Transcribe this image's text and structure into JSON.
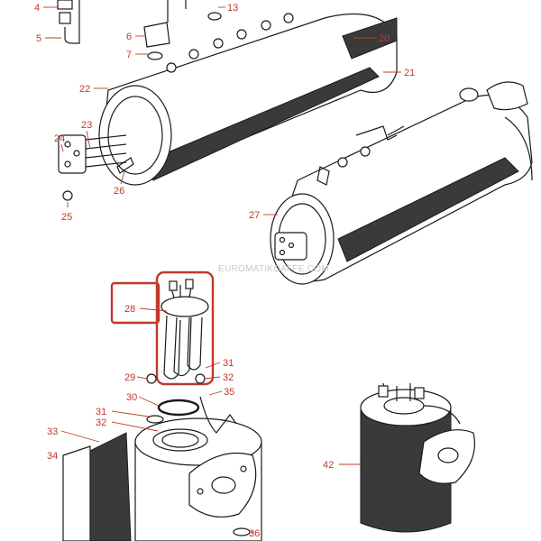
{
  "watermark": "EUROMATIKCAFFE.COM",
  "highlight_color": "#c0392b",
  "line_color": "#1a1a1a",
  "callouts": {
    "c4": "4",
    "c5": "5",
    "c6": "6",
    "c7": "7",
    "c13": "13",
    "c20": "20",
    "c21": "21",
    "c22": "22",
    "c23": "23",
    "c24": "24",
    "c25": "25",
    "c26": "26",
    "c27": "27",
    "c28": "28",
    "c29": "29",
    "c30": "30",
    "c31a": "31",
    "c31b": "31",
    "c32a": "32",
    "c32b": "32",
    "c33": "33",
    "c34": "34",
    "c35": "35",
    "c36": "36",
    "c42": "42"
  }
}
